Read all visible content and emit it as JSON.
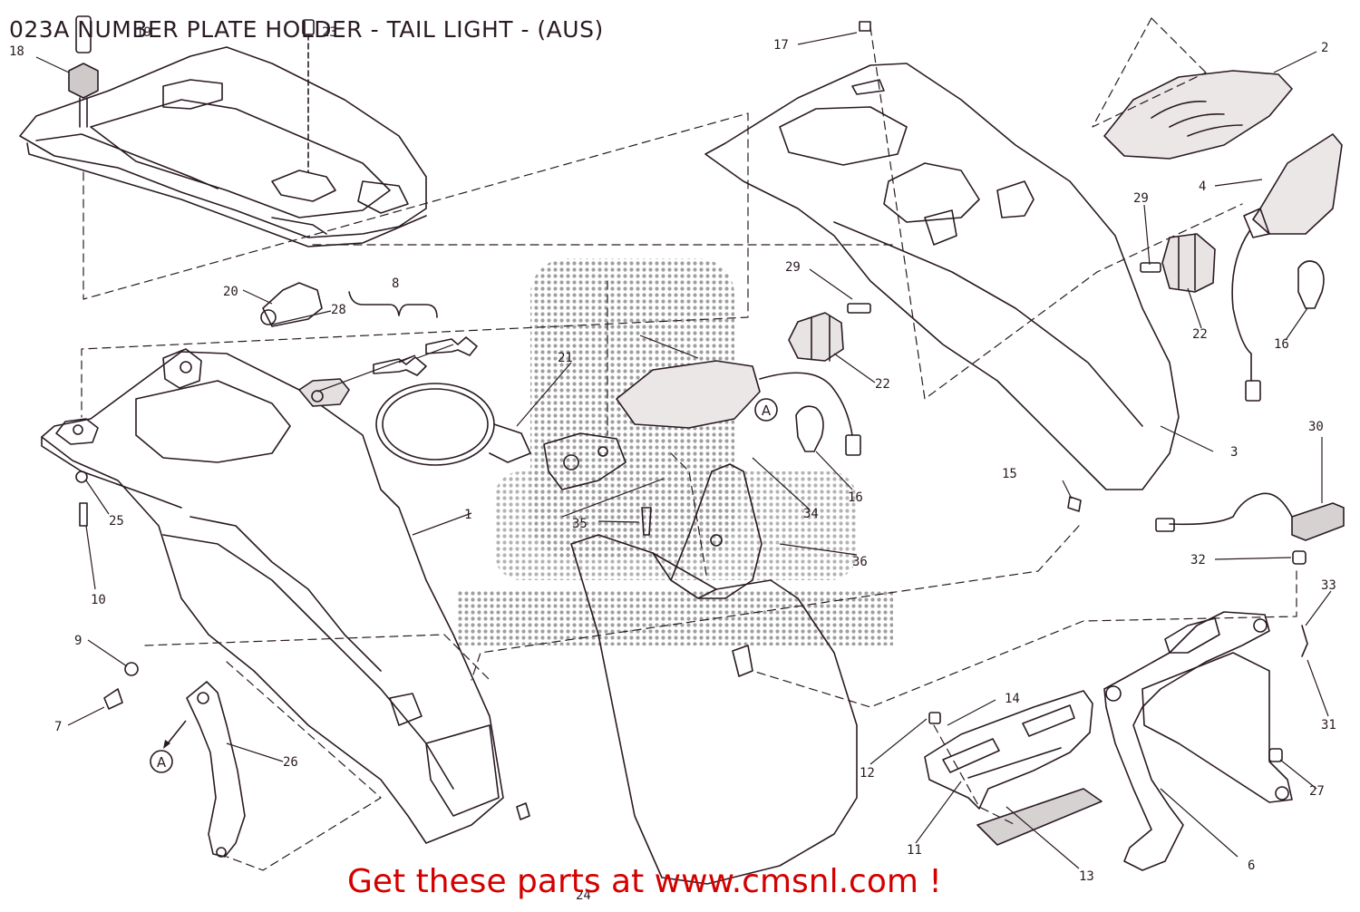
{
  "title": "023A NUMBER PLATE HOLDER - TAIL LIGHT - (AUS)",
  "footer": "Get these parts at www.cmsnl.com !",
  "view_ref": "A",
  "part_labels": [
    "1",
    "2",
    "3",
    "4",
    "6",
    "7",
    "8",
    "9",
    "10",
    "11",
    "12",
    "13",
    "14",
    "15",
    "16",
    "17",
    "18",
    "19",
    "20",
    "21",
    "22",
    "23",
    "24",
    "25",
    "26",
    "27",
    "28",
    "29",
    "30",
    "31",
    "32",
    "33",
    "34",
    "35",
    "36"
  ],
  "colors": {
    "line": "#2a1a24",
    "footer": "#d40000",
    "watermark": "#7f7f7f"
  }
}
